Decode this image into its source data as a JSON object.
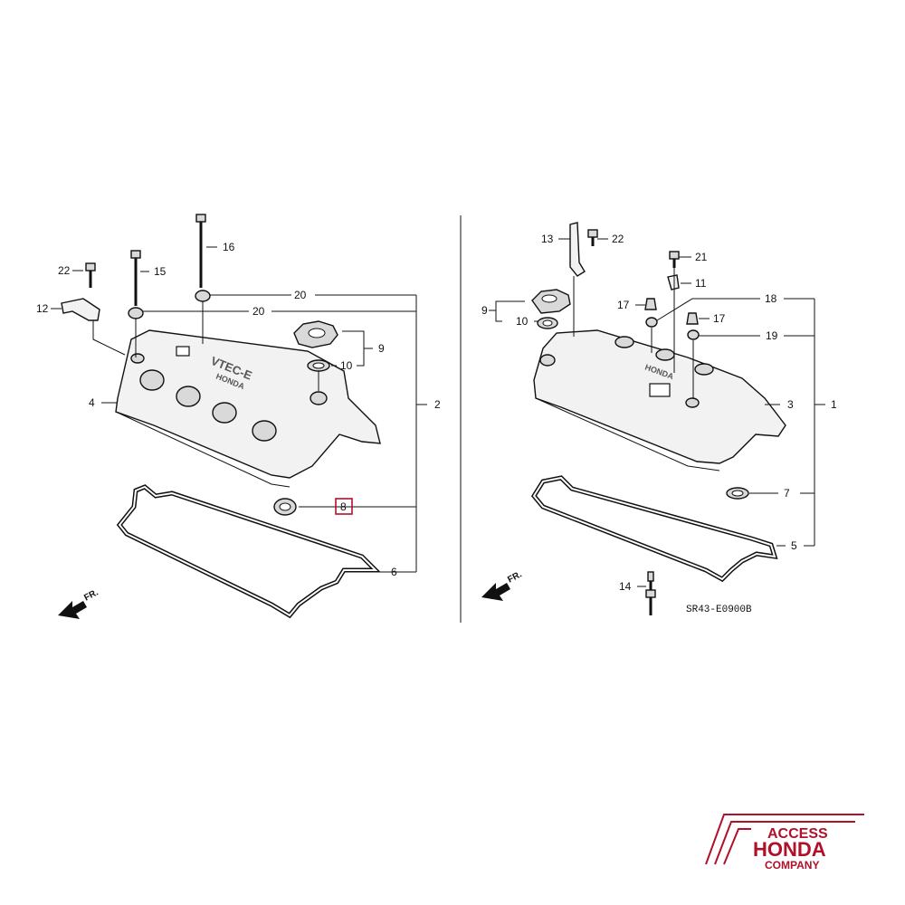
{
  "diagram": {
    "left_assembly": {
      "callouts": {
        "c22": "22",
        "c12": "12",
        "c15": "15",
        "c16": "16",
        "c20a": "20",
        "c20b": "20",
        "c9": "9",
        "c10": "10",
        "c4": "4",
        "c2": "2",
        "c8": "8",
        "c6": "6"
      },
      "cover_text": {
        "vtec": "VTEC-E",
        "brand": "HONDA"
      },
      "front_marker": "FR."
    },
    "right_assembly": {
      "callouts": {
        "c13": "13",
        "c22": "22",
        "c21": "21",
        "c11": "11",
        "c17a": "17",
        "c18": "18",
        "c9": "9",
        "c10": "10",
        "c17b": "17",
        "c19": "19",
        "c3": "3",
        "c1": "1",
        "c7": "7",
        "c5": "5",
        "c14": "14"
      },
      "cover_text": {
        "brand": "HONDA"
      },
      "front_marker": "FR."
    },
    "diagram_code": "SR43-E0900B",
    "highlighted_part": "8"
  },
  "logo": {
    "line1": "ACCESS",
    "line2": "HONDA",
    "line3": "COMPANY",
    "color": "#b0102a"
  }
}
